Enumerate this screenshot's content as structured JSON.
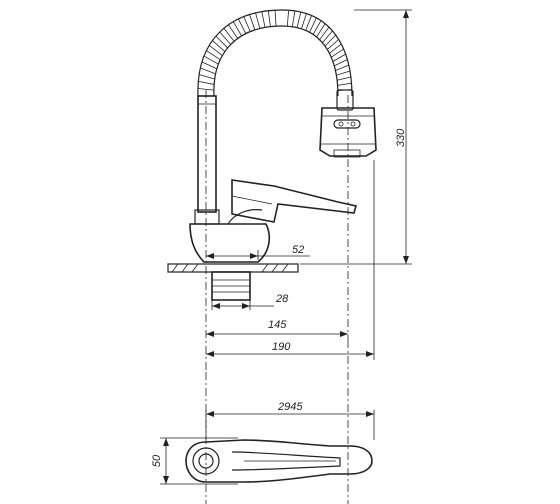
{
  "dimensions": {
    "height_total": "330",
    "spout_offset": "52",
    "thread_diameter": "28",
    "reach_spout": "145",
    "reach_total": "190",
    "top_overlap": "2945",
    "handle_width": "50"
  }
}
